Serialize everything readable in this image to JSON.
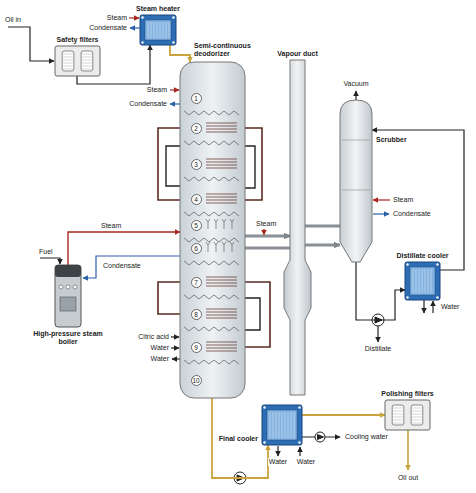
{
  "diagram": {
    "nodes": [
      {
        "text": [
          "Safety filters"
        ]
      },
      {
        "text": [
          "Steam heater"
        ]
      },
      {
        "text": [
          "Semi-continuous deodorizer"
        ]
      },
      {
        "text": [
          "Vapour duct"
        ]
      },
      {
        "text": [
          "Scrubber"
        ]
      },
      {
        "text": [
          "Distillate cooler"
        ]
      },
      {
        "text": [
          "High-pressure steam boiler"
        ]
      },
      {
        "text": [
          "Final cooler"
        ]
      },
      {
        "text": [
          "Polishing filters"
        ]
      }
    ],
    "edges": [
      {
        "from": 0,
        "to": 1,
        "arrow": "to"
      },
      {
        "from": 1,
        "to": 2,
        "arrow": "to"
      },
      {
        "from": 2,
        "to": 3,
        "arrow": "to"
      },
      {
        "from": 3,
        "to": 4,
        "arrow": "to"
      },
      {
        "from": 4,
        "to": 5,
        "arrow": "to"
      },
      {
        "from": 5,
        "to": 4,
        "arrow": "to"
      },
      {
        "from": 6,
        "to": 2,
        "arrow": "to"
      },
      {
        "from": 2,
        "to": 7,
        "arrow": "to"
      },
      {
        "from": 7,
        "to": 8,
        "arrow": "to"
      }
    ],
    "labels": [
      "Oil in",
      "Steam",
      "Condensate",
      "Steam",
      "Condensate",
      "Steam",
      "Condensate",
      "Fuel",
      "Steam",
      "Vacuum",
      "Steam",
      "Condensate",
      "Water",
      "Distillate",
      "Citric acid",
      "Water",
      "Water",
      "Cooling water",
      "Water",
      "Water",
      "Oil out",
      "1",
      "2",
      "3",
      "4",
      "5",
      "6",
      "7",
      "8",
      "9",
      "10"
    ]
  }
}
